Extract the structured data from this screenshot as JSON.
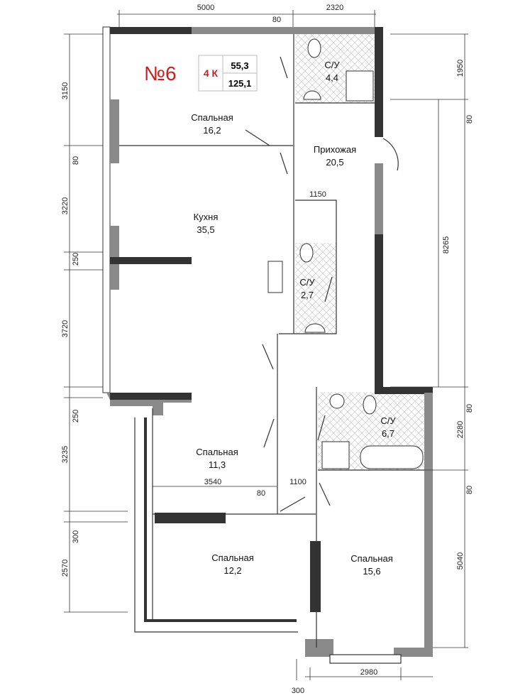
{
  "apartment": {
    "number": "№6",
    "rooms": "4 К",
    "living_area": "55,3",
    "total_area": "125,1"
  },
  "rooms": [
    {
      "name": "Спальная",
      "area": "16,2"
    },
    {
      "name": "С/У",
      "area": "4,4"
    },
    {
      "name": "Прихожая",
      "area": "20,5"
    },
    {
      "name": "Кухня",
      "area": "35,5"
    },
    {
      "name": "С/У",
      "area": "2,7"
    },
    {
      "name": "С/У",
      "area": "6,7"
    },
    {
      "name": "Спальная",
      "area": "11,3"
    },
    {
      "name": "Спальная",
      "area": "12,2"
    },
    {
      "name": "Спальная",
      "area": "15,6"
    }
  ],
  "dimensions": {
    "top": [
      "5000",
      "80",
      "2320"
    ],
    "left": [
      "3150",
      "80",
      "3220",
      "250",
      "3720",
      "250",
      "3235",
      "300",
      "2570"
    ],
    "right": [
      "1950",
      "80",
      "8265",
      "80",
      "2280",
      "80",
      "5040"
    ],
    "bottom": [
      "300",
      "2980"
    ],
    "inner": [
      "1150",
      "3540",
      "80",
      "1100"
    ]
  },
  "colors": {
    "accent": "#cc1f1f"
  }
}
